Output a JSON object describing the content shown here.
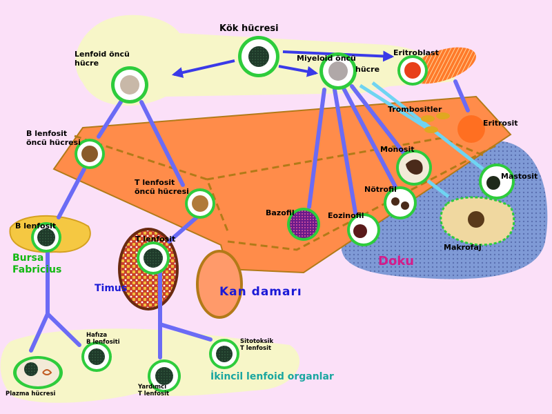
{
  "labels": {
    "stem_cell": "Kök hücresi",
    "lymphoid_progenitor": "Lenfoid öncü\nhücre",
    "myeloid_progenitor_a": "Miyeloid öncü",
    "myeloid_progenitor_b": "hücre",
    "erythroblast": "Eritroblast",
    "erythrocyte": "Eritrosit",
    "thrombocytes": "Trombositler",
    "b_precursor": "B lenfosit\nöncü hücresi",
    "t_precursor": "T lenfosit\nöncü hücresi",
    "monocyte": "Monosit",
    "mast_cell": "Mastosit",
    "neutrophil": "Nötrofil",
    "basophil": "Bazofil",
    "eosinophil": "Eozinofil",
    "macrophage": "Makrofaj",
    "tissue": "Doku",
    "b_lymphocyte": "B lenfosit",
    "t_lymphocyte": "T lenfosit",
    "bursa": "Bursa\nFabricius",
    "thymus": "Timus",
    "blood_vessel": "Kan damarı",
    "memory_b": "Hafıza\nB lenfositi",
    "cytotoxic_t": "Sitotoksik\nT lenfosit",
    "plasma_cell": "Plazma hücresi",
    "helper_t": "Yardımcı\nT lenfosit",
    "secondary_organs": "İkincil lenfoid organlar"
  },
  "colors": {
    "background": "#fbe0f8",
    "cream": "#f7f6c8",
    "vessel": "#ff8c4a",
    "vessel_stripe": "#b27a18",
    "tissue": "#7f9ad6",
    "arrow": "#6b6bf5",
    "arrow_light": "#6fd4f2",
    "cell_ring": "#2ecc3c",
    "nucleus": "#1f3a2a"
  }
}
